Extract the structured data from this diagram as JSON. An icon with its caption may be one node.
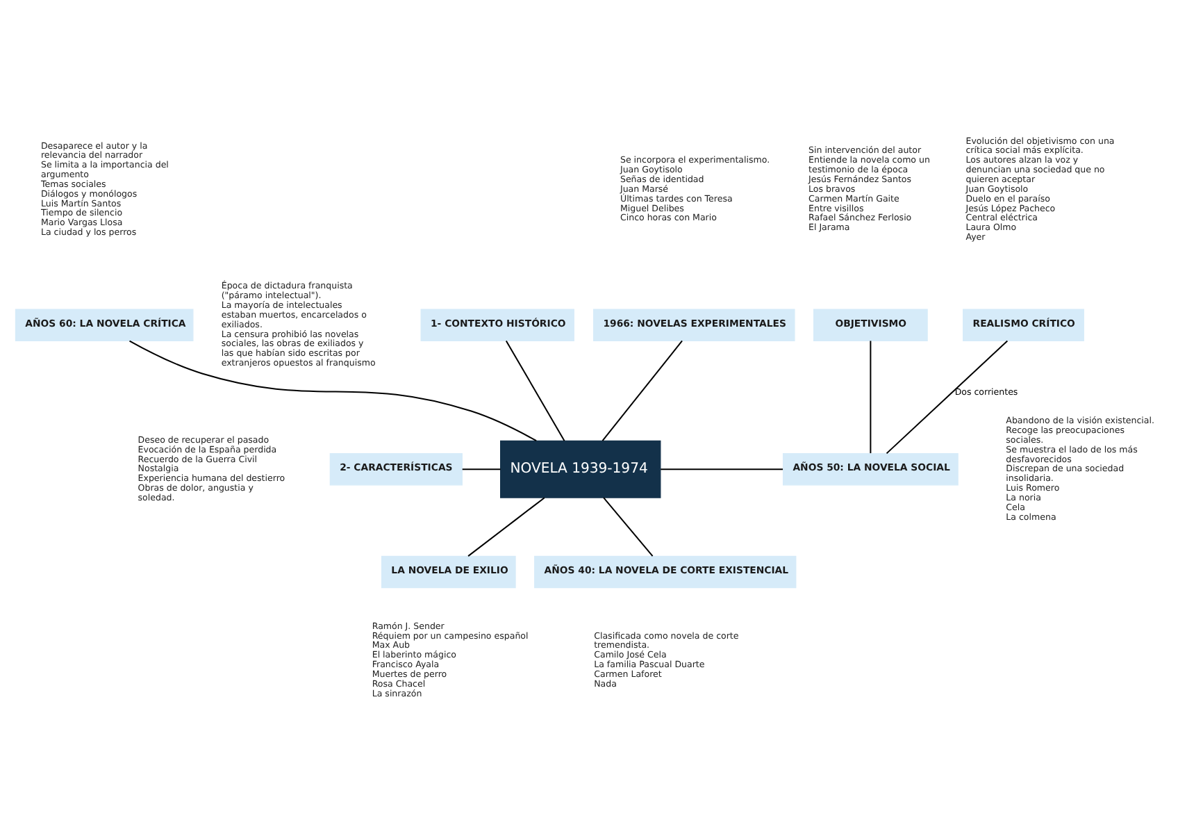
{
  "diagram": {
    "nodes": [
      {
        "text": [
          "1966: NOVELAS EXPERIMENTALES"
        ],
        "beside": [
          "Se incorpora el experimentalismo.",
          "Juan Goytisolo",
          "Señas de identidad",
          "Juan Marsé",
          "Últimas tardes con Teresa",
          "Miguel Delibes",
          "Cinco horas con Mario"
        ]
      },
      {
        "text": [
          "AÑOS 60: LA NOVELA CRÍTICA"
        ],
        "beside": [
          "Desaparece el autor y la relevancia del narrador",
          "Se limita a la importancia del argumento",
          "Temas sociales",
          "Diálogos y monólogos",
          "Luis Martín Santos",
          "Tiempo de silencio",
          "Mario Vargas Llosa",
          "La ciudad y los perros"
        ]
      },
      {
        "text": [
          "REALISMO CRÍTICO"
        ],
        "beside": [
          "Evolución del objetivismo con una crítica social más explícita.",
          "Los autores alzan la voz y denuncian una sociedad que no quieren aceptar",
          "Juan Goytisolo",
          "Duelo en el paraíso",
          "Jesús López Pacheco",
          "Central eléctrica",
          "Laura Olmo",
          "Ayer"
        ]
      },
      {
        "text": [
          "OBJETIVISMO"
        ],
        "beside": [
          "Sin intervención del autor",
          "Entiende la novela como un testimonio de la época",
          "Jesús Fernández Santos",
          "Los bravos",
          "Carmen Martín Gaite",
          "Entre visillos",
          "Rafael Sánchez Ferlosio",
          "El Jarama"
        ]
      },
      {
        "text": [
          "1- CONTEXTO HISTÓRICO"
        ],
        "beside": [
          "Época de dictadura franquista (\"páramo intelectual\").",
          "La mayoría de intelectuales estaban muertos, encarcelados o exiliados.",
          "La censura prohibió las novelas sociales, las obras de exiliados y las que habían sido escritas por extranjeros opuestos al franquismo"
        ]
      },
      {
        "text": [
          "NOVELA 1939-1974"
        ]
      },
      {
        "text": [
          "2- CARACTERÍSTICAS"
        ],
        "beside": [
          "Deseo de recuperar el pasado",
          "Evocación de la España perdida",
          "Recuerdo de la Guerra Civil",
          "Nostalgia",
          "Experiencia humana del destierro",
          "Obras de dolor, angustia y soledad."
        ]
      },
      {
        "text": [
          "AÑOS 50: LA NOVELA SOCIAL"
        ],
        "beside": [
          "Abandono de la visión existencial.",
          "Recoge las preocupaciones sociales.",
          "Se muestra el lado de los más desfavorecidos",
          "Discrepan de una sociedad insolidaria.",
          "Luis Romero",
          "La noria",
          "Cela",
          "La colmena"
        ]
      },
      {
        "text": [
          "LA NOVELA DE EXILIO"
        ],
        "beside": [
          "Ramón J. Sender",
          "Réquiem por un campesino español",
          "Max Aub",
          "El laberinto mágico",
          "Francisco Ayala",
          "Muertes de perro",
          "Rosa Chacel",
          "La sinrazón"
        ]
      },
      {
        "text": [
          "AÑOS 40: LA NOVELA DE CORTE EXISTENCIAL"
        ],
        "beside": [
          "Clasificada como novela de corte tremendista.",
          "Camilo José Cela",
          "La familia Pascual Duarte",
          "Carmen Laforet",
          "Nada"
        ]
      }
    ],
    "edges": [
      {
        "from": 0,
        "to": 5,
        "arrow": "none"
      },
      {
        "from": 1,
        "to": 5,
        "arrow": "none"
      },
      {
        "from": 4,
        "to": 5,
        "arrow": "none"
      },
      {
        "from": 6,
        "to": 5,
        "arrow": "none"
      },
      {
        "from": 5,
        "to": 7,
        "arrow": "none"
      },
      {
        "from": 5,
        "to": 8,
        "arrow": "none"
      },
      {
        "from": 5,
        "to": 9,
        "arrow": "none"
      },
      {
        "from": 2,
        "to": 7,
        "arrow": "none",
        "label": "Dos corrientes"
      },
      {
        "from": 3,
        "to": 7,
        "arrow": "none"
      }
    ]
  }
}
